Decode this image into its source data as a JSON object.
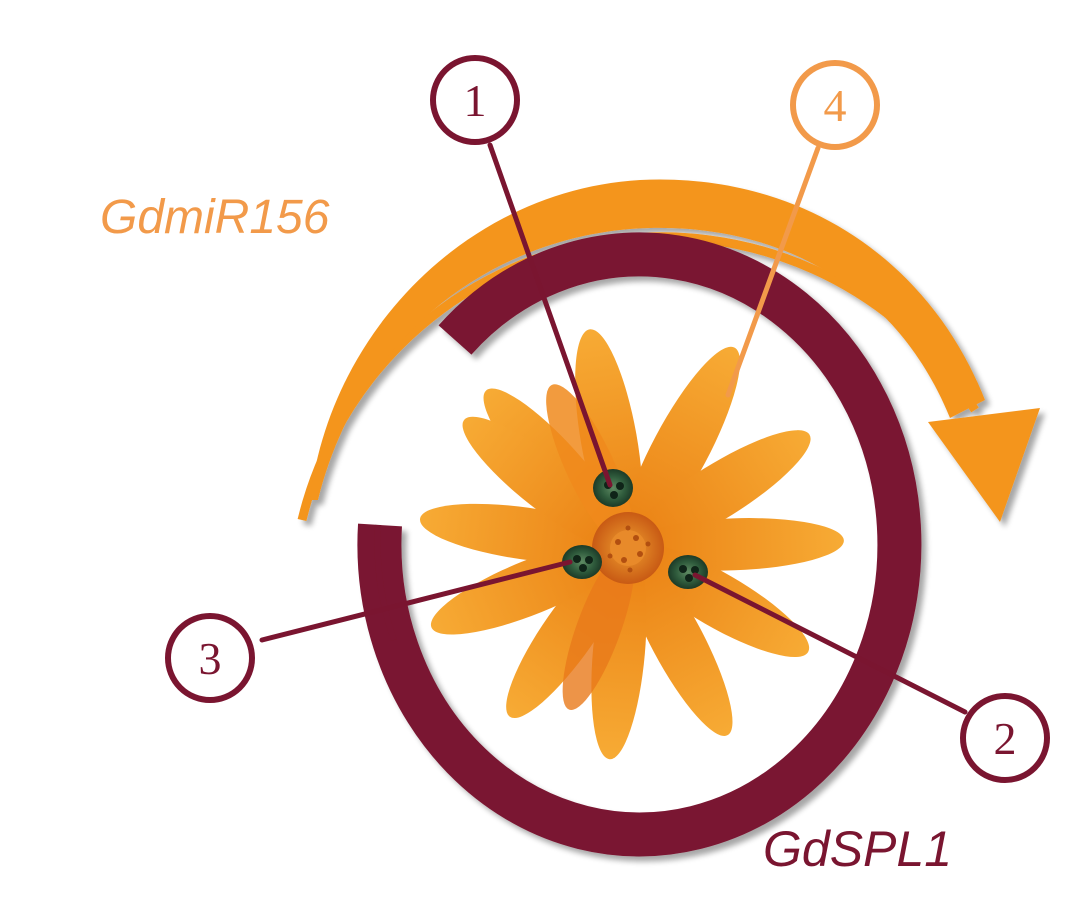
{
  "labels": {
    "mirna": "GdmiR156",
    "spl": "GdSPL1"
  },
  "markers": [
    {
      "id": "1",
      "text": "1",
      "color": "#7a1530"
    },
    {
      "id": "2",
      "text": "2",
      "color": "#7a1530"
    },
    {
      "id": "3",
      "text": "3",
      "color": "#7a1530"
    },
    {
      "id": "4",
      "text": "4",
      "color": "#f29a4a"
    }
  ],
  "colors": {
    "maroon": "#7a1530",
    "orange_arrow": "#f4951f",
    "orange_label": "#f29a4a",
    "petal": "#f39a1c",
    "petal_dark": "#e2780f",
    "center": "#d9651a",
    "green_spot": "#2f5b3c"
  }
}
